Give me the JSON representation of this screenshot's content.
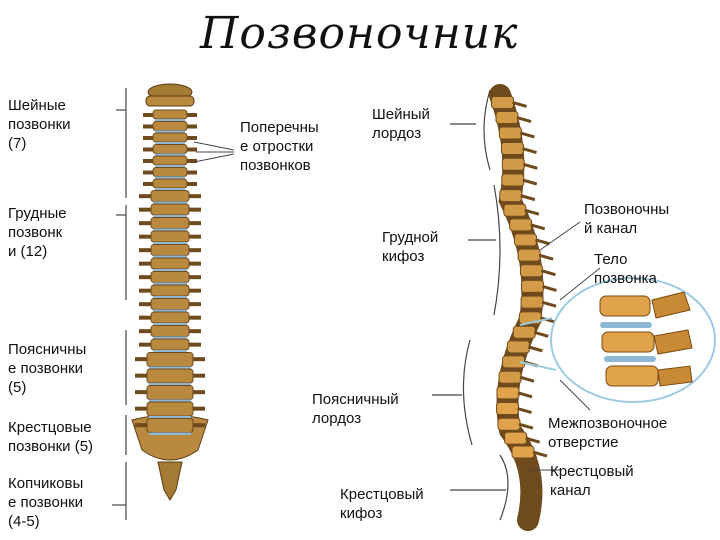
{
  "title": "Позвоночник",
  "labels": {
    "cervical": "Шейные\nпозвонки\n(7)",
    "thoracic": "Грудные\nпозвонк\nи (12)",
    "lumbar": "Поясничны\nе позвонки\n(5)",
    "sacral": "Крестцовые\nпозвонки (5)",
    "coccygeal": "Копчиковы\nе позвонки\n(4-5)",
    "transverse": "Поперечны\nе отростки\nпозвонков",
    "cervical_lordosis": "Шейный\nлордоз",
    "thoracic_kyphosis": "Грудной\nкифоз",
    "lumbar_lordosis": "Поясничный\nлордоз",
    "sacral_kyphosis": "Крестцовый\nкифоз",
    "spinal_canal": "Позвоночны\nй канал",
    "vertebral_body": "Тело\nпозвонка",
    "foramen": "Межпозвоночное\nотверстие",
    "sacral_canal": "Крестцовый\nканал"
  },
  "colors": {
    "bone": "#b8893f",
    "bone_dark": "#6e4a1c",
    "disc": "#8fb8d6",
    "vertebral_body": "#e0a24a",
    "inset_outline": "#9ccbe0",
    "line": "#333333"
  }
}
